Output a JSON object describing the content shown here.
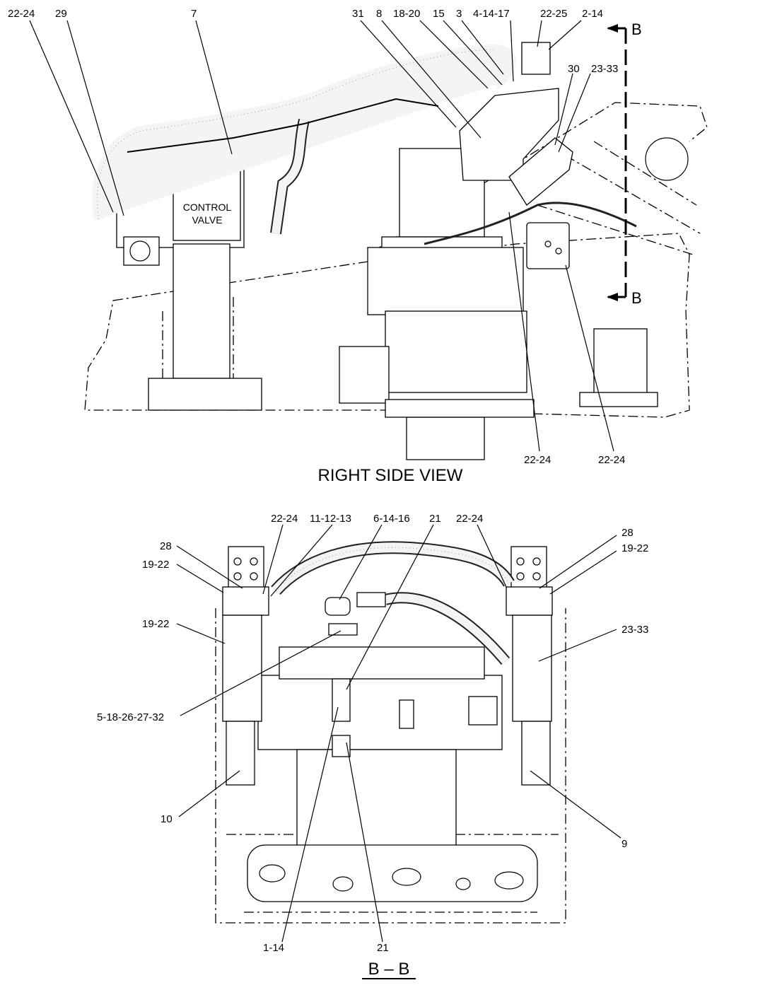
{
  "views": {
    "side": {
      "title": "RIGHT SIDE VIEW",
      "valve_label": [
        "CONTROL",
        "VALVE"
      ],
      "section_marker": "B",
      "callouts": [
        "22-24",
        "29",
        "7",
        "31",
        "8",
        "18-20",
        "15",
        "3",
        "4-14-17",
        "22-25",
        "2-14",
        "30",
        "23-33",
        "22-24",
        "22-24"
      ]
    },
    "section": {
      "title": "B – B",
      "callouts": [
        "22-24",
        "11-12-13",
        "6-14-16",
        "21",
        "22-24",
        "28",
        "19-22",
        "28",
        "19-22",
        "19-22",
        "23-33",
        "5-18-26-27-32",
        "10",
        "9",
        "1-14",
        "21"
      ]
    }
  }
}
